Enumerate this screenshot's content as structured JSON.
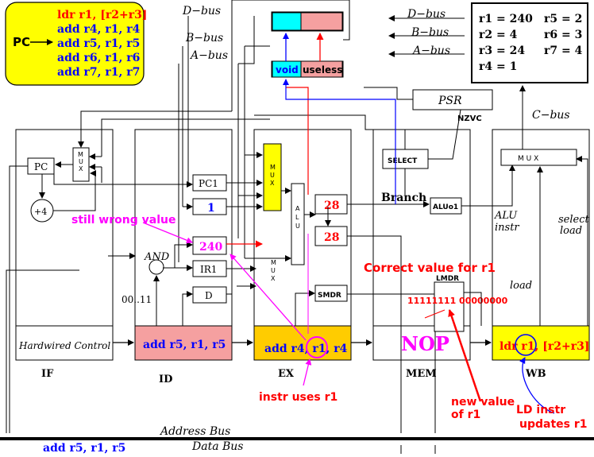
{
  "program": {
    "pc_label": "PC",
    "lines": [
      {
        "text": "ldr r1, [r2+r3]",
        "color": "#ff0000"
      },
      {
        "text": "add r4, r1, r4",
        "color": "#0000ff"
      },
      {
        "text": "add r5, r1, r5",
        "color": "#0000ff"
      },
      {
        "text": "add r6, r1, r6",
        "color": "#0000ff"
      },
      {
        "text": "add r7, r1, r7",
        "color": "#0000ff"
      }
    ]
  },
  "registers": {
    "r1": "r1 = 240",
    "r2": "r2 = 4",
    "r3": "r3 = 24",
    "r4": "r4 = 1",
    "r5": "r5 = 2",
    "r6": "r6 = 3",
    "r7": "r7 = 4"
  },
  "buses": {
    "d_bus": "D−bus",
    "b_bus": "B−bus",
    "a_bus": "A−bus",
    "c_bus": "C−bus",
    "address_bus": "Address Bus",
    "data_bus": "Data Bus"
  },
  "blocks": {
    "psr": "PSR",
    "nzvc": "NZVC",
    "select": "SELECT",
    "mux": "M U X",
    "mux_v": "M\nU\nX",
    "alu_v": "A\nL\nU",
    "pc": "PC",
    "plus4": "+4",
    "pc1": "PC1",
    "const1": "1",
    "reg240": "240",
    "ir1": "IR1",
    "d": "D",
    "and": "AND",
    "range": "00..11",
    "smdr": "SMDR",
    "lmdr": "LMDR",
    "aluo1": "ALUo1",
    "branch": "Branch",
    "alu28a": "28",
    "alu28b": "28",
    "alu_instr": "ALU\ninstr",
    "select_load": "select\nload",
    "load": "load",
    "void": "void",
    "useless": "useless"
  },
  "stages": {
    "if_label": "IF",
    "id_label": "ID",
    "ex_label": "EX",
    "mem_label": "MEM",
    "wb_label": "WB",
    "hardwired": "Hardwired Control",
    "id_instr": "add r5, r1, r5",
    "ex_instr": "add r4, r1, r4",
    "mem_instr": "NOP",
    "wb_instr": "ldr r1, [r2+r3]",
    "bottom_instr": "add r5, r1, r5"
  },
  "annotations": {
    "still_wrong": "still  wrong value",
    "correct_value": "Correct value for r1",
    "bits": "11111111 00000000",
    "instr_uses": "instr uses r1",
    "new_value": "new value\nof r1",
    "ld_instr": "LD instr\nupdates r1"
  },
  "colors": {
    "program_bg": "#ffff00",
    "id_bg": "#f5a0a0",
    "ex_bg": "#ffcc00",
    "wb_bg": "#ffff00",
    "cyan": "#00ffff",
    "pink": "#f5a0a0",
    "red": "#ff0000",
    "blue": "#0000ff",
    "magenta": "#ff00ff"
  }
}
